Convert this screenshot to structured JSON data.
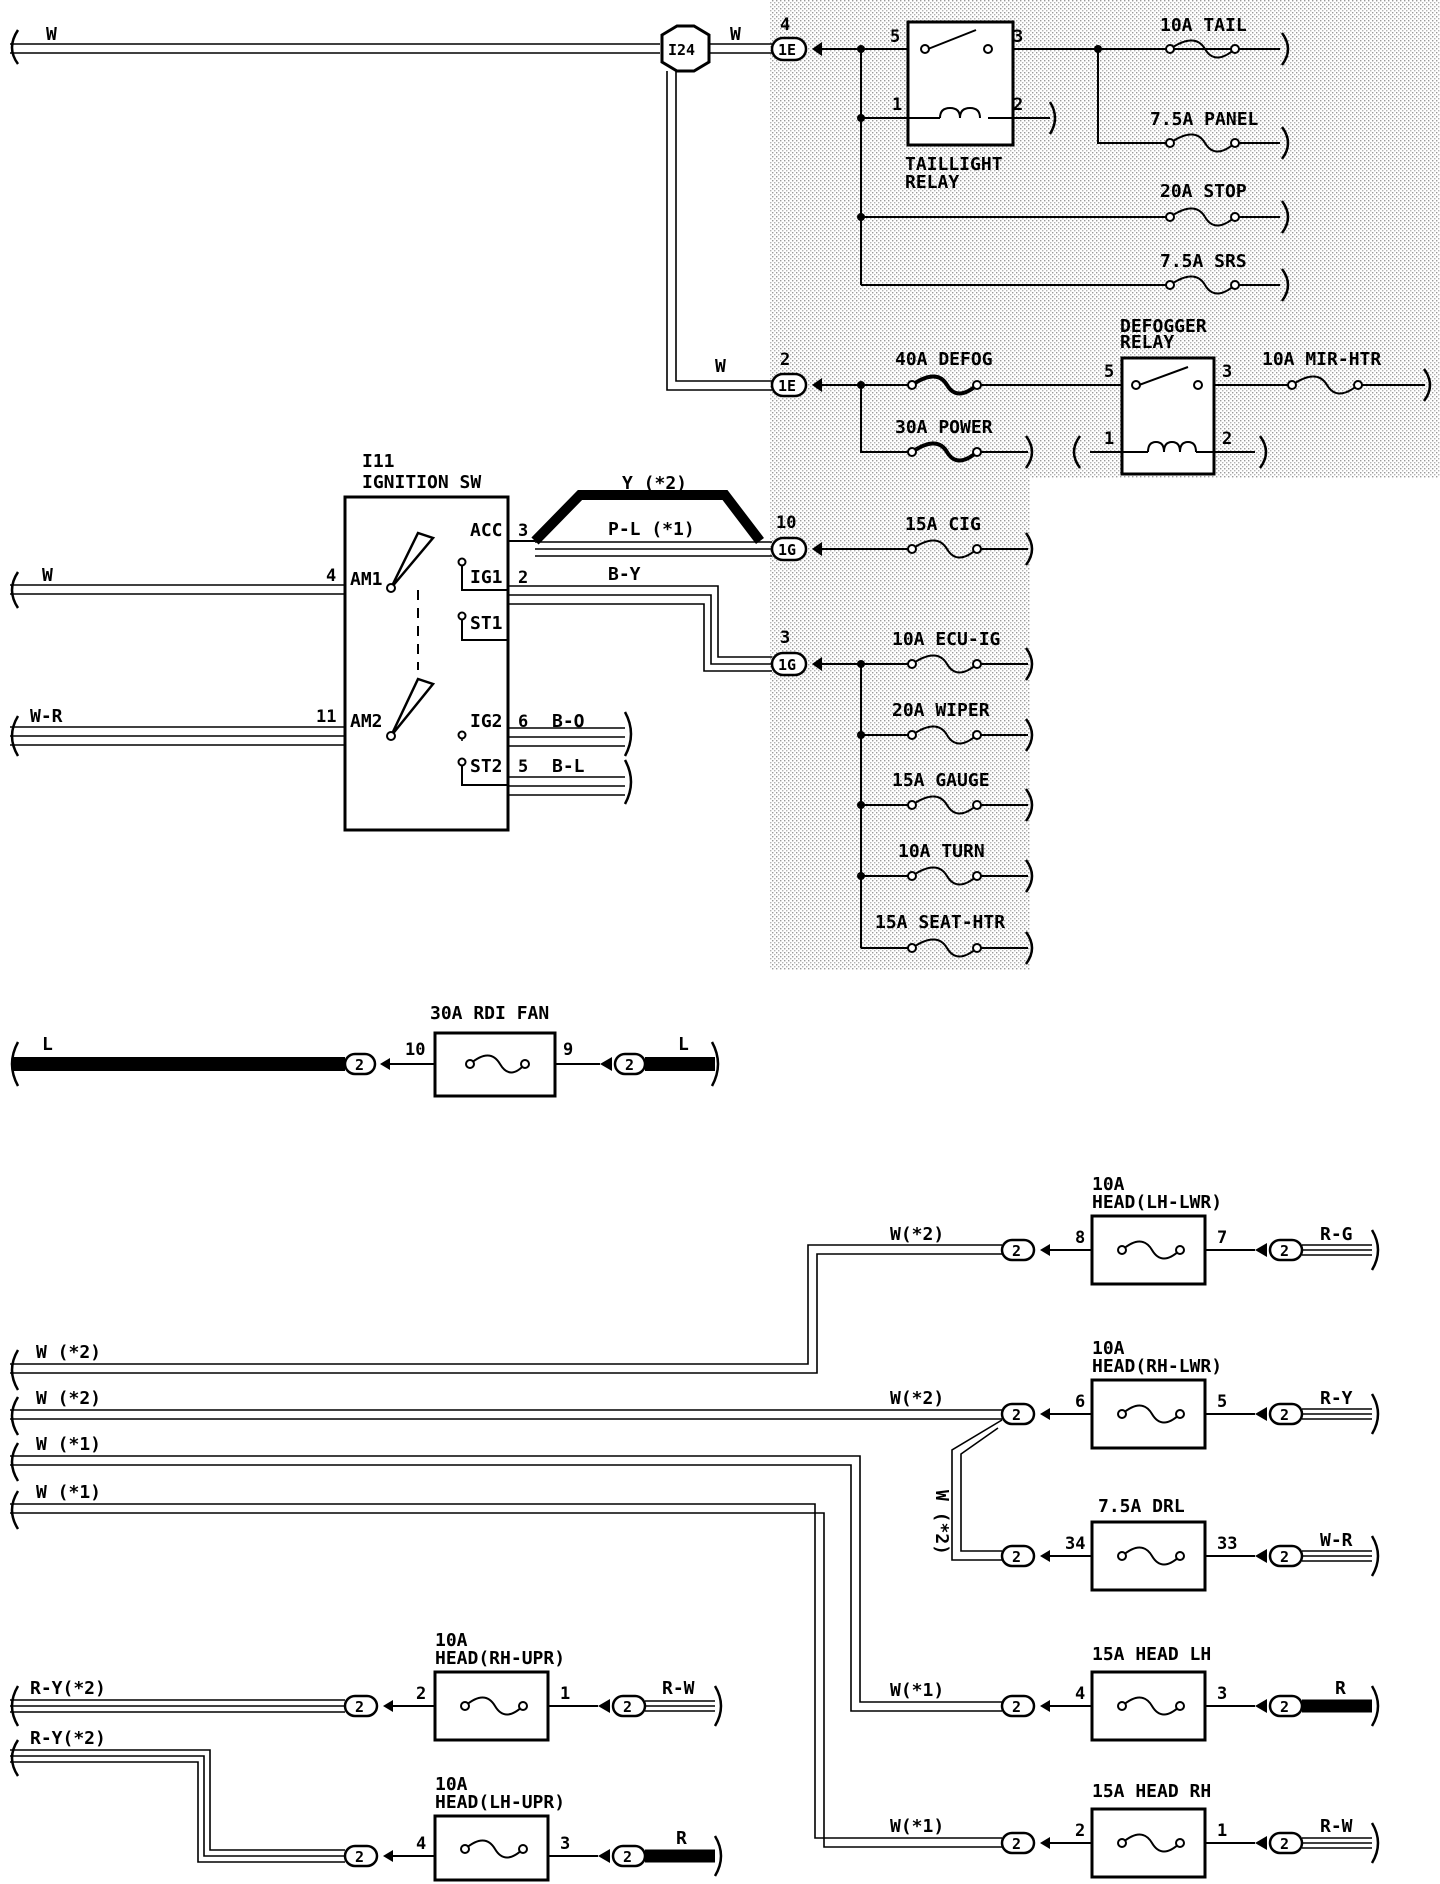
{
  "top_section": {
    "w_left": "W",
    "junction_id": "I24",
    "w_right": "W",
    "w_lower": "W",
    "conn1_pin": "4",
    "conn1_label": "1E",
    "conn2_pin": "2",
    "conn2_label": "1E",
    "taillight_relay": {
      "name": "TAILLIGHT RELAY",
      "line1": "TAILLIGHT",
      "line2": "RELAY",
      "p5": "5",
      "p3": "3",
      "p1": "1",
      "p2": "2"
    },
    "fuses": {
      "tail": "10A TAIL",
      "panel": "7.5A PANEL",
      "stop": "20A STOP",
      "srs": "7.5A SRS",
      "defog": "40A DEFOG",
      "power": "30A POWER",
      "mir_htr": "10A MIR-HTR"
    },
    "defogger_relay": {
      "line1": "DEFOGGER",
      "line2": "RELAY",
      "p5": "5",
      "p3": "3",
      "p1": "1",
      "p2": "2"
    }
  },
  "ignition": {
    "id": "I11",
    "title": "IGNITION SW",
    "w_label": "W",
    "wr_label": "W-R",
    "pin4": "4",
    "pin11": "11",
    "am1": "AM1",
    "am2": "AM2",
    "acc": "ACC",
    "ig1": "IG1",
    "st1": "ST1",
    "ig2": "IG2",
    "st2": "ST2",
    "pin3": "3",
    "pin2": "2",
    "pin6": "6",
    "pin5": "5",
    "y2": "Y (*2)",
    "pl1": "P-L (*1)",
    "by": "B-Y",
    "bo": "B-O",
    "bl": "B-L",
    "conn_cig_pin": "10",
    "conn_cig_label": "1G",
    "conn_ecu_pin": "3",
    "conn_ecu_label": "1G",
    "fuses": {
      "cig": "15A CIG",
      "ecu_ig": "10A ECU-IG",
      "wiper": "20A WIPER",
      "gauge": "15A GAUGE",
      "turn": "10A TURN",
      "seat_htr": "15A SEAT-HTR"
    }
  },
  "rdi_fan": {
    "title": "30A RDI FAN",
    "l_left": "L",
    "l_right": "L",
    "pin10": "10",
    "pin9": "9",
    "conn": "2"
  },
  "headlights": {
    "conn": "2",
    "left_wires": [
      "W (*2)",
      "W (*2)",
      "W (*1)",
      "W (*1)"
    ],
    "ry_wires": [
      "R-Y(*2)",
      "R-Y(*2)"
    ],
    "vertical_label": "W (*2)",
    "fuses": [
      {
        "title_line1": "10A",
        "title_line2": "HEAD(LH-LWR)",
        "in_pin": "8",
        "out_pin": "7",
        "in_wire": "W(*2)",
        "out_wire": "R-G"
      },
      {
        "title_line1": "10A",
        "title_line2": "HEAD(RH-LWR)",
        "in_pin": "6",
        "out_pin": "5",
        "in_wire": "W(*2)",
        "out_wire": "R-Y"
      },
      {
        "title_line1": "7.5A DRL",
        "title_line2": "",
        "in_pin": "34",
        "out_pin": "33",
        "in_wire": "",
        "out_wire": "W-R"
      },
      {
        "title_line1": "15A HEAD LH",
        "title_line2": "",
        "in_pin": "4",
        "out_pin": "3",
        "in_wire": "W(*1)",
        "out_wire": "R"
      },
      {
        "title_line1": "15A HEAD RH",
        "title_line2": "",
        "in_pin": "2",
        "out_pin": "1",
        "in_wire": "W(*1)",
        "out_wire": "R-W"
      },
      {
        "title_line1": "10A",
        "title_line2": "HEAD(RH-UPR)",
        "in_pin": "2",
        "out_pin": "1",
        "in_wire": "",
        "out_wire": "R-W"
      },
      {
        "title_line1": "10A",
        "title_line2": "HEAD(LH-UPR)",
        "in_pin": "4",
        "out_pin": "3",
        "in_wire": "",
        "out_wire": "R"
      }
    ]
  }
}
